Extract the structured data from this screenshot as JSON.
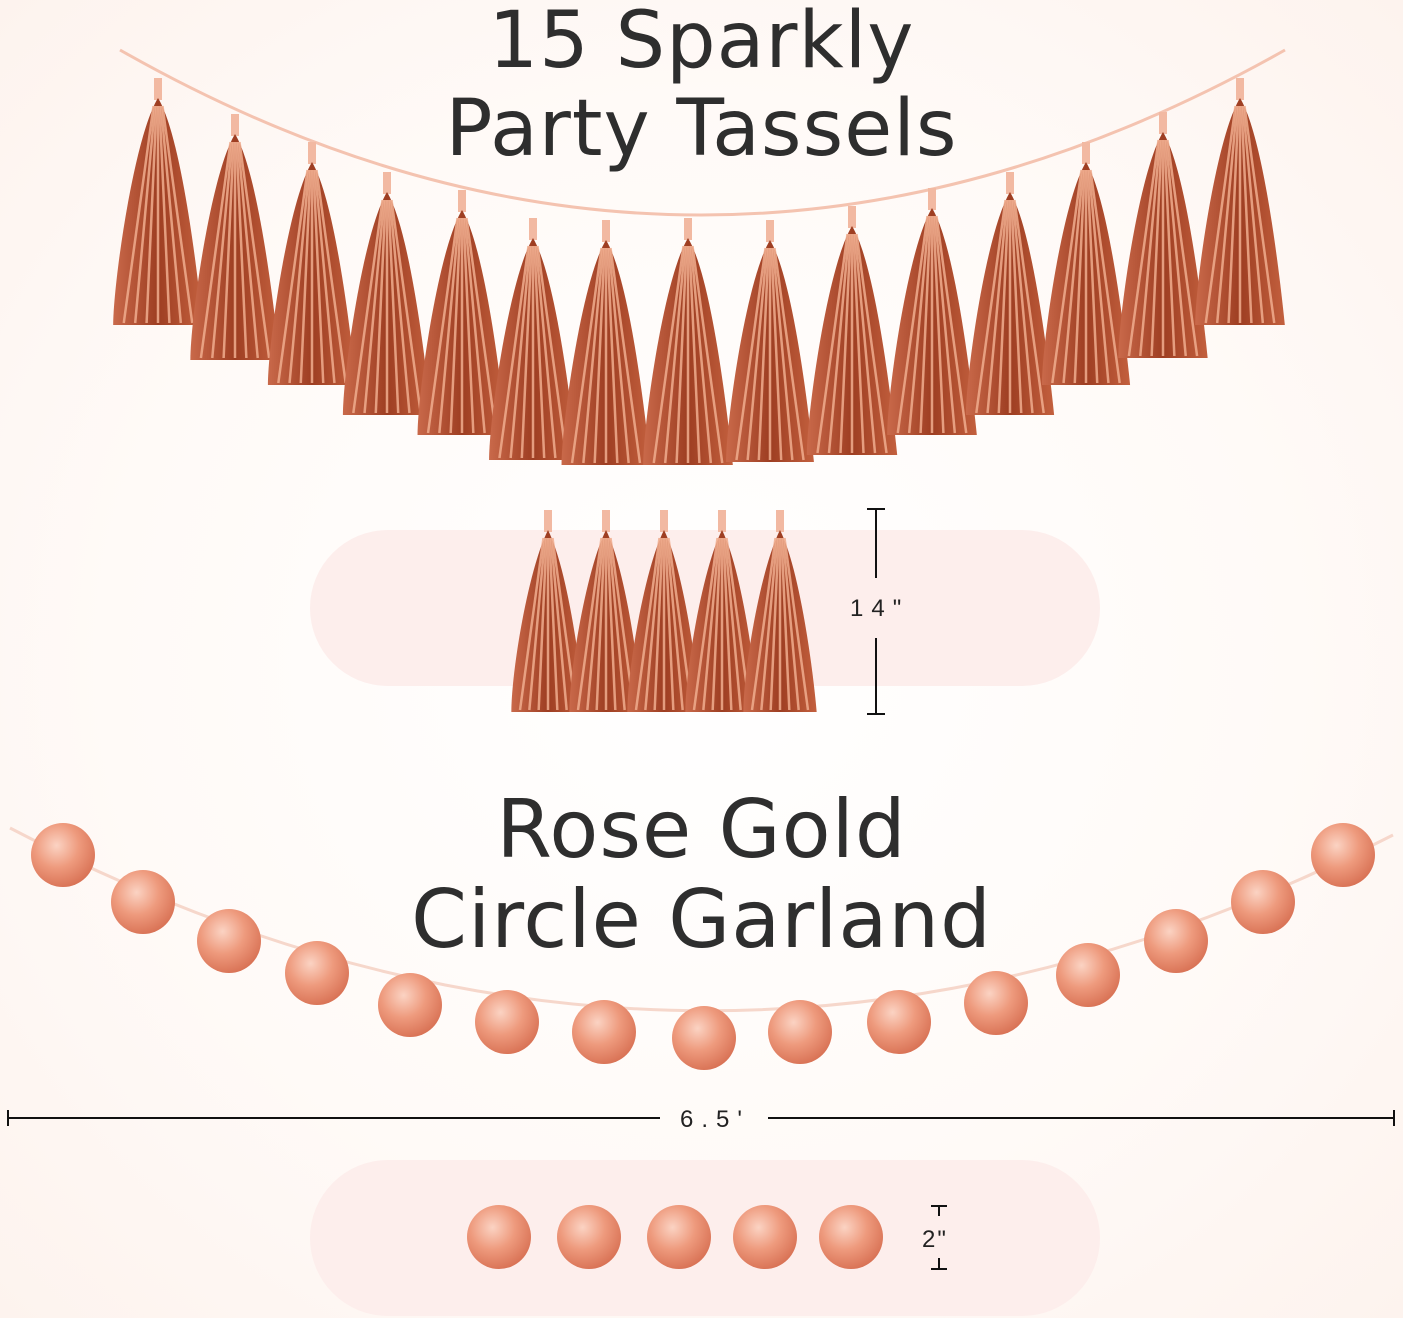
{
  "tassels": {
    "title_line1": "15 Sparkly",
    "title_line2": "Party Tassels",
    "count": 15,
    "height_label": "14\"",
    "sample_count": 5
  },
  "garland": {
    "title_line1": "Rose Gold",
    "title_line2": "Circle Garland",
    "count": 15,
    "length_label": "6.5'",
    "diameter_label": "2\"",
    "sample_count": 5
  },
  "colors": {
    "tassel_dark": "#a8482a",
    "tassel_light": "#e8a585",
    "circle": "#e88b6f",
    "pill": "#fdeeec",
    "text": "#2e2e2e"
  }
}
